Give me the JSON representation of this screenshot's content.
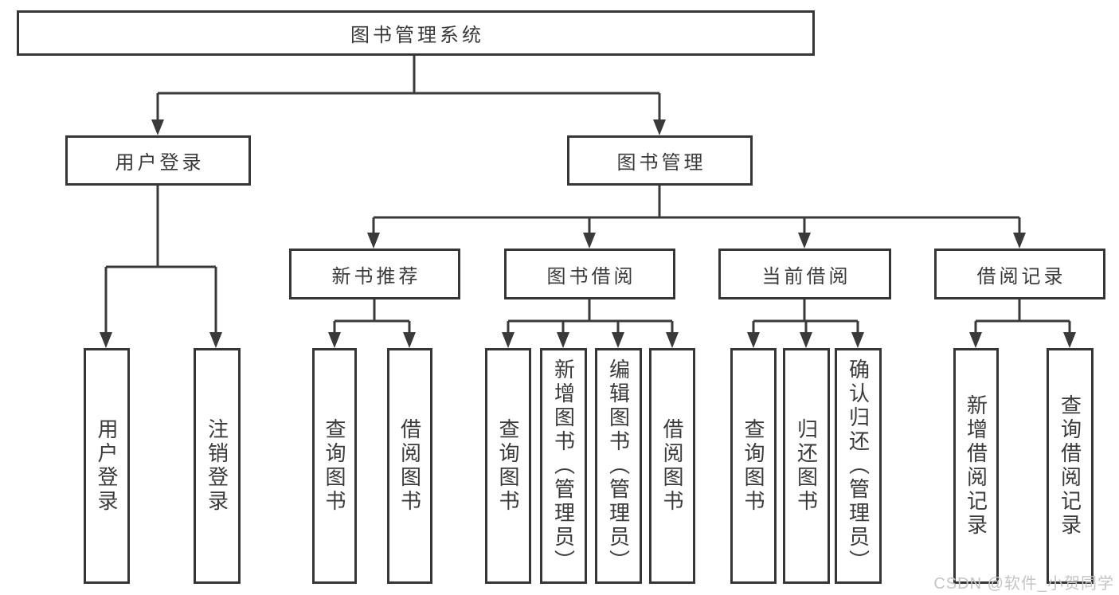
{
  "diagram": {
    "watermark": "CSDN @软件_小贺同学",
    "colors": {
      "line": "#3a3a3a",
      "box_border": "#363636",
      "text": "#3a3a3a",
      "background": "#ffffff",
      "watermark_text": "#c5c5c5"
    },
    "root": {
      "label": "图书管理系统",
      "children": [
        {
          "label": "用户登录",
          "children": [
            {
              "label": "用户登录"
            },
            {
              "label": "注销登录"
            }
          ]
        },
        {
          "label": "图书管理",
          "children": [
            {
              "label": "新书推荐",
              "children": [
                {
                  "label": "查询图书"
                },
                {
                  "label": "借阅图书"
                }
              ]
            },
            {
              "label": "图书借阅",
              "children": [
                {
                  "label": "查询图书"
                },
                {
                  "label": "新增图书（管理员）"
                },
                {
                  "label": "编辑图书（管理员）"
                },
                {
                  "label": "借阅图书"
                }
              ]
            },
            {
              "label": "当前借阅",
              "children": [
                {
                  "label": "查询图书"
                },
                {
                  "label": "归还图书"
                },
                {
                  "label": "确认归还（管理员）"
                }
              ]
            },
            {
              "label": "借阅记录",
              "children": [
                {
                  "label": "新增借阅记录"
                },
                {
                  "label": "查询借阅记录"
                }
              ]
            }
          ]
        }
      ]
    }
  }
}
